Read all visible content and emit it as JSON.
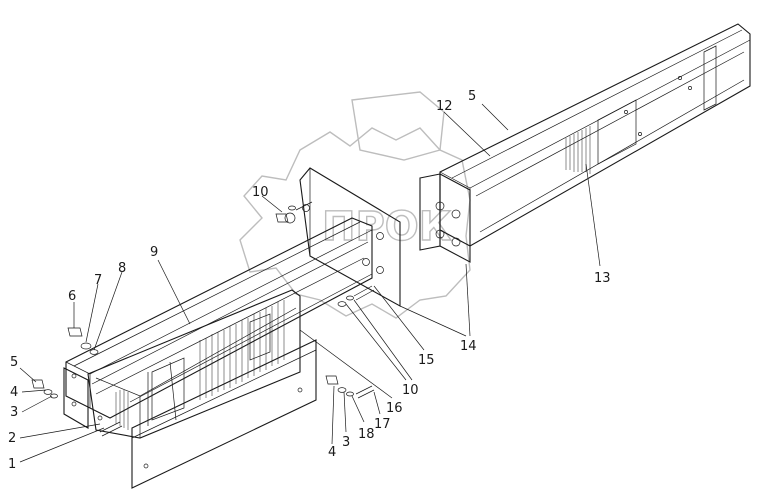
{
  "watermark": {
    "text": "ПРОК",
    "color": "#bdbdbd"
  },
  "callouts": [
    {
      "key": "c1",
      "text": "1"
    },
    {
      "key": "c2",
      "text": "2"
    },
    {
      "key": "c3a",
      "text": "3"
    },
    {
      "key": "c4a",
      "text": "4"
    },
    {
      "key": "c5a",
      "text": "5"
    },
    {
      "key": "c6",
      "text": "6"
    },
    {
      "key": "c7",
      "text": "7"
    },
    {
      "key": "c8",
      "text": "8"
    },
    {
      "key": "c9",
      "text": "9"
    },
    {
      "key": "c10a",
      "text": "10"
    },
    {
      "key": "c12",
      "text": "12"
    },
    {
      "key": "c5b",
      "text": "5"
    },
    {
      "key": "c13",
      "text": "13"
    },
    {
      "key": "c14",
      "text": "14"
    },
    {
      "key": "c15",
      "text": "15"
    },
    {
      "key": "c10b",
      "text": "10"
    },
    {
      "key": "c16",
      "text": "16"
    },
    {
      "key": "c17",
      "text": "17"
    },
    {
      "key": "c18",
      "text": "18"
    },
    {
      "key": "c3b",
      "text": "3"
    },
    {
      "key": "c4b",
      "text": "4"
    }
  ],
  "colors": {
    "ink": "#1a1a1a",
    "paper": "#ffffff"
  }
}
